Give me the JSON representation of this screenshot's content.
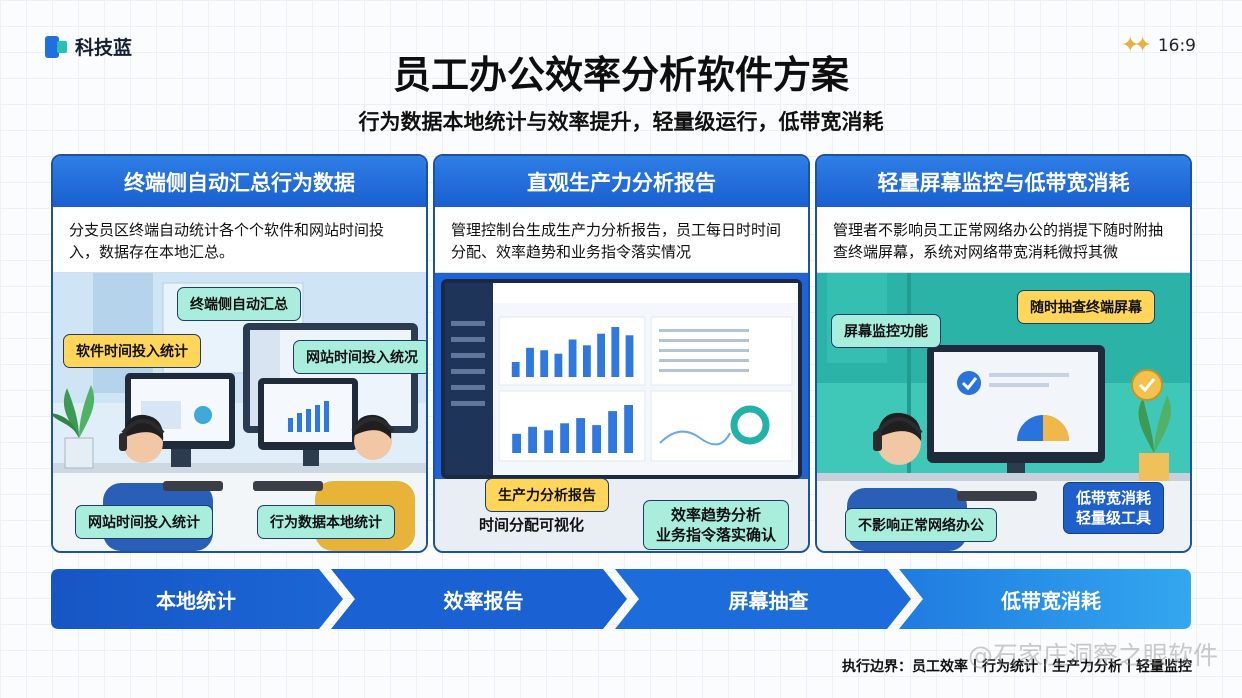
{
  "brand": {
    "name": "科技蓝"
  },
  "ratio": "16:9",
  "title": "员工办公效率分析软件方案",
  "subtitle": "行为数据本地统计与效率提升，轻量级运行，低带宽消耗",
  "panels": [
    {
      "heading": "终端侧自动汇总行为数据",
      "description": "分支员区终端自动统计各个个软件和网站时间投入，数据存在本地汇总。",
      "tags": [
        "终端侧自动汇总",
        "软件时间投入统计",
        "网站时间投入统况",
        "网站时间投入统计",
        "行为数据本地统计"
      ]
    },
    {
      "heading": "直观生产力分析报告",
      "description": "管理控制台生成生产力分析报告，员工每日时时间分配、效率趋势和业务指令落实情况",
      "tags": [
        "生产力分析报告",
        "时间分配可视化",
        "效率趋势分析",
        "业务指令落实确认"
      ]
    },
    {
      "heading": "轻量屏幕监控与低带宽消耗",
      "description": "管理者不影响员工正常网络办公的捎提下随时附抽查终端屏幕，系统对网络带宽消耗微捋其微",
      "tags": [
        "屏幕监控功能",
        "随时抽查终端屏幕",
        "不影响正常网络办公",
        "低带宽消耗",
        "轻量级工具"
      ]
    }
  ],
  "dashboard": {
    "window_title": "员工办公效率分析",
    "header_title": "员工效率分析",
    "section_title": "生产力分析报告",
    "card1_title": "效率趋势分析",
    "card2_title": "业务指令执行",
    "card3_title": "时间分配分析",
    "card4_title": "效率对比"
  },
  "chart_data": [
    {
      "type": "bar",
      "values": [
        18,
        35,
        32,
        28,
        45,
        38,
        52,
        60,
        50
      ]
    },
    {
      "type": "bar",
      "values": [
        22,
        30,
        26,
        34,
        40,
        32,
        48,
        55
      ]
    }
  ],
  "flow": [
    "本地统计",
    "效率报告",
    "屏幕抽查",
    "低带宽消耗"
  ],
  "footer": "执行边界：员工效率丨行为统计丨生产力分析丨轻量监控",
  "watermark": "@石家庄洞察之眼软件",
  "colors": {
    "primary": "#1a5fd0",
    "teal": "#a9eedd",
    "yellow": "#ffd65a",
    "navy": "#1b3d6e"
  }
}
